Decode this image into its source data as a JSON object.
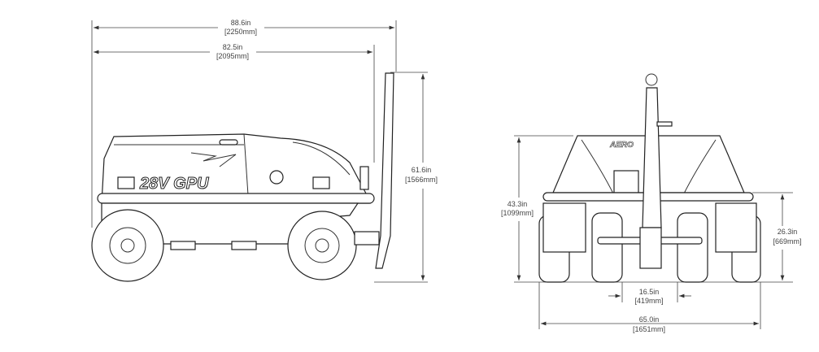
{
  "side_view": {
    "body_text": "28V GPU",
    "overall_length": {
      "in": "88.6in",
      "mm": "[2250mm]"
    },
    "body_length": {
      "in": "82.5in",
      "mm": "[2095mm]"
    },
    "height_with_bar": {
      "in": "61.6in",
      "mm": "[1566mm]"
    }
  },
  "front_view": {
    "logo_text": "AERO",
    "height": {
      "in": "43.3in",
      "mm": "[1099mm]"
    },
    "rail_height": {
      "in": "26.3in",
      "mm": "[669mm]"
    },
    "inner_wheel_gap": {
      "in": "16.5in",
      "mm": "[419mm]"
    },
    "overall_width": {
      "in": "65.0in",
      "mm": "[1651mm]"
    }
  }
}
